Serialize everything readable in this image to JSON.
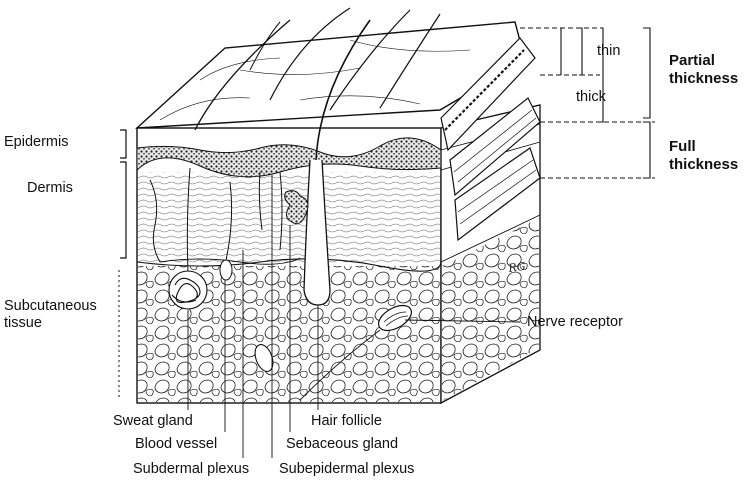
{
  "layers": {
    "epidermis": "Epidermis",
    "dermis": "Dermis",
    "subcutaneous_line1": "Subcutaneous",
    "subcutaneous_line2": "tissue"
  },
  "graft_thickness": {
    "thin": "thin",
    "thick": "thick",
    "partial_line1": "Partial",
    "partial_line2": "thickness",
    "full_line1": "Full",
    "full_line2": "thickness"
  },
  "structures": {
    "nerve_receptor": "Nerve receptor",
    "sweat_gland": "Sweat gland",
    "hair_follicle": "Hair follicle",
    "blood_vessel": "Blood vessel",
    "sebaceous_gland": "Sebaceous gland",
    "subdermal_plexus": "Subdermal plexus",
    "subepidermal_plexus": "Subepidermal plexus"
  },
  "signature": "RG"
}
